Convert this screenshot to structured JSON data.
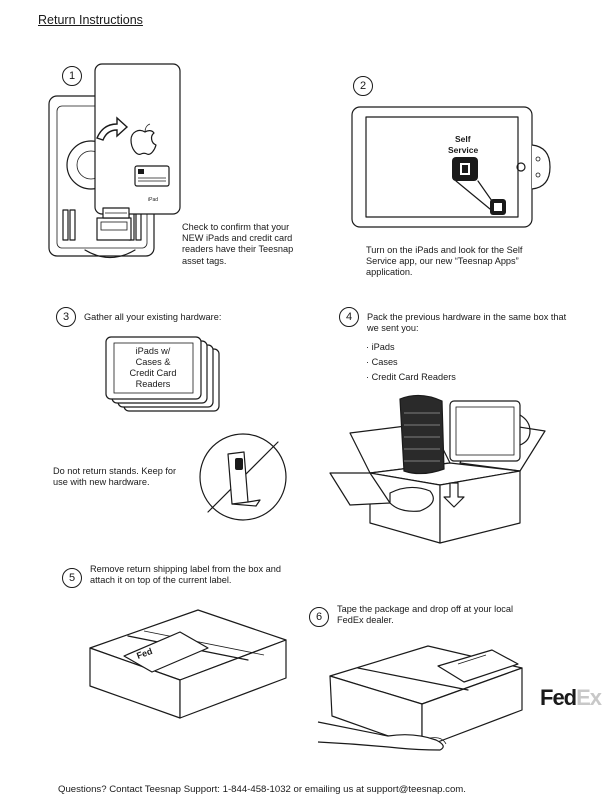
{
  "title": "Return Instructions",
  "steps": [
    {
      "num": "1",
      "text": "Check to confirm that your NEW iPads and credit card readers have their Teesnap asset tags."
    },
    {
      "num": "2",
      "text": "Turn on the iPads and look for the Self Service app, our new “Teesnap Apps” application.",
      "screen_label_1": "Self",
      "screen_label_2": "Service"
    },
    {
      "num": "3",
      "text": "Gather all your existing hardware:",
      "card_text": [
        "iPads w/",
        "Cases &",
        "Credit Card",
        "Readers"
      ]
    },
    {
      "num": "4",
      "text": "Pack the previous hardware in the same box that we sent you:",
      "items": [
        "· iPads",
        "· Cases",
        "· Credit Card Readers"
      ]
    },
    {
      "num": "5",
      "text": "Remove return shipping label from the box and attach it on top of the current label."
    },
    {
      "num": "6",
      "text": "Tape the package and drop off at your local FedEx dealer."
    }
  ],
  "stands_note": "Do not return stands. Keep for use with new hardware.",
  "ipad_back_label": "iPad",
  "fedex_logo": {
    "fed": "Fed",
    "ex": "Ex",
    "fed_color": "#1a1a1a",
    "ex_color": "#c8c8c8"
  },
  "footer": "Questions? Contact Teesnap Support: 1-844-458-1032 or emailing us at support@teesnap.com."
}
